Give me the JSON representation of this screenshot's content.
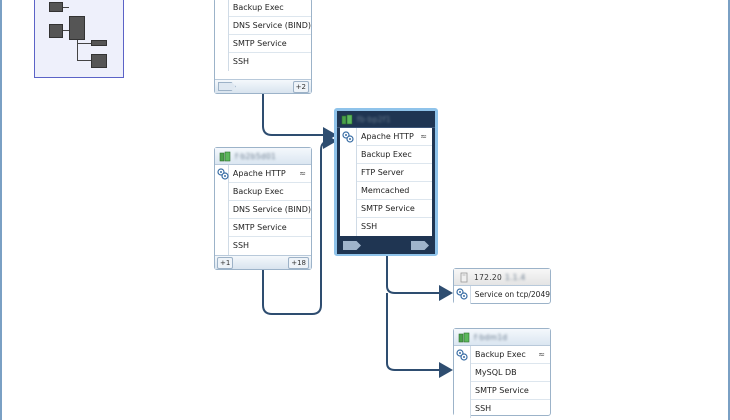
{
  "colors": {
    "accent": "#1f3552",
    "wire": "#2e4d70",
    "selection": "#8fc3ea",
    "minimap_border": "#5b63c7"
  },
  "minimap": {
    "label": ""
  },
  "nodes": {
    "top": {
      "title": "",
      "services": [
        "Backup Exec",
        "DNS Service (BIND)",
        "SMTP Service",
        "SSH"
      ],
      "footer_right": "+2"
    },
    "left": {
      "title": "f·b2b5d01",
      "services": [
        "Apache HTTP",
        "Backup Exec",
        "DNS Service (BIND)",
        "SMTP Service",
        "SSH"
      ],
      "footer_left": "+1",
      "footer_right": "+18"
    },
    "center": {
      "title": "fb·bp2f1",
      "services": [
        "Apache HTTP",
        "Backup Exec",
        "FTP Server",
        "Memcached",
        "SMTP Service",
        "SSH"
      ]
    },
    "ip": {
      "title": "172.20",
      "title_blur": "1.1.4",
      "services": [
        "Service on tcp/2049"
      ]
    },
    "bottom": {
      "title": "f·bdm1d",
      "services": [
        "Backup Exec",
        "MySQL DB",
        "SMTP Service",
        "SSH"
      ]
    }
  },
  "icons": {
    "expand": "chevron-up-icon",
    "service": "gear-cluster-icon",
    "host": "server-icon",
    "ip": "network-host-icon"
  },
  "glyphs": {
    "chevron": "≈"
  }
}
